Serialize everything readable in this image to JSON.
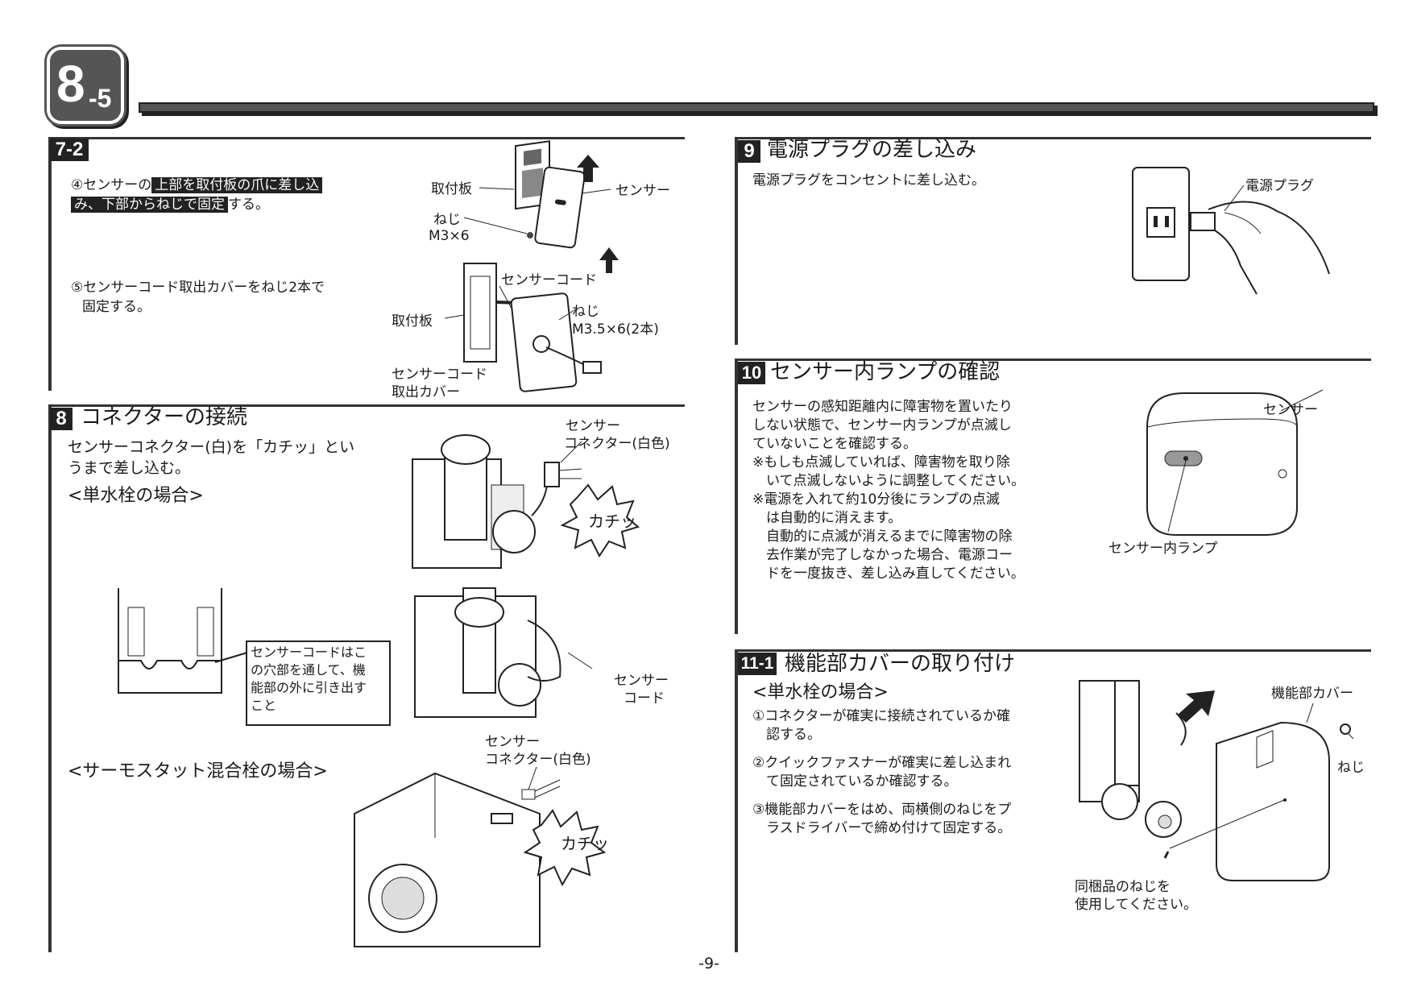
{
  "header": {
    "badge_major": "8",
    "badge_minor": "-5"
  },
  "s72": {
    "tag": "7-2",
    "step4_pre": "④センサーの",
    "step4_hl1": "上部を取付板の爪に差し込",
    "step4_hl2": "み、下部からねじで固定",
    "step4_post": "する。",
    "step5_line1": "⑤センサーコード取出カバーをねじ2本で",
    "step5_line2": "固定する。",
    "fig1": {
      "plate": "取付板",
      "sensor": "センサー",
      "screw": "ねじ",
      "screw_size": "M3×6"
    },
    "fig2": {
      "plate": "取付板",
      "cord": "センサーコード",
      "screw": "ねじ",
      "screw_size": "M3.5×6(2本)",
      "cover1": "センサーコード",
      "cover2": "取出カバー"
    }
  },
  "s8": {
    "tag": "8",
    "title": "コネクターの接続",
    "body1": "センサーコネクター(白)を「カチッ」とい",
    "body2": "うまで差し込む。",
    "single_case": "<単水栓の場合>",
    "thermo_case": "<サーモスタット混合栓の場合>",
    "fig1": {
      "conn1": "センサー",
      "conn2": "コネクター(白色)",
      "click": "カチッ"
    },
    "note": [
      "センサーコードはこ",
      "の穴部を通して、機",
      "能部の外に引き出す",
      "こと"
    ],
    "fig2": {
      "cord1": "センサー",
      "cord2": "コード"
    },
    "fig3": {
      "conn1": "センサー",
      "conn2": "コネクター(白色)",
      "click": "カチッ"
    }
  },
  "s9": {
    "tag": "9",
    "title": "電源プラグの差し込み",
    "body": "電源プラグをコンセントに差し込む。",
    "plug_label": "電源プラグ"
  },
  "s10": {
    "tag": "10",
    "title": "センサー内ランプの確認",
    "lines": [
      "センサーの感知距離内に障害物を置いたり",
      "しない状態で、センサー内ランプが点滅し",
      "ていないことを確認する。",
      "※もしも点滅していれば、障害物を取り除",
      "　いて点滅しないように調整してください。",
      "※電源を入れて約10分後にランプの点滅",
      "　は自動的に消えます。",
      "　自動的に点滅が消えるまでに障害物の除",
      "　去作業が完了しなかった場合、電源コー",
      "　ドを一度抜き、差し込み直してください。"
    ],
    "sensor_label": "センサー",
    "lamp_label": "センサー内ランプ"
  },
  "s11": {
    "tag": "11-1",
    "title": "機能部カバーの取り付け",
    "case": "<単水栓の場合>",
    "steps": [
      "①コネクターが確実に接続されているか確",
      "　認する。",
      "②クイックファスナーが確実に差し込まれ",
      "　て固定されているか確認する。",
      "③機能部カバーをはめ、両横側のねじをプ",
      "　ラスドライバーで締め付けて固定する。"
    ],
    "cover_label": "機能部カバー",
    "screw_label": "ねじ",
    "note1": "同梱品のねじを",
    "note2": "使用してください。"
  },
  "footer": {
    "page": "-9-"
  }
}
